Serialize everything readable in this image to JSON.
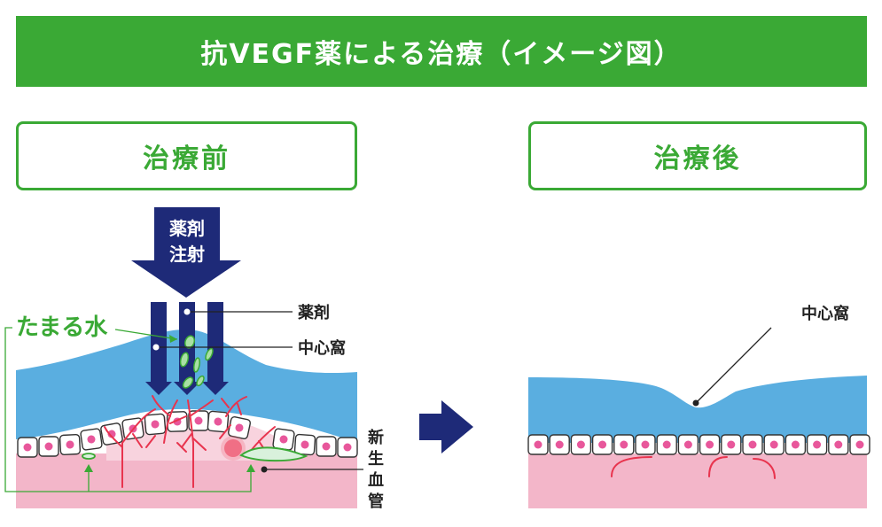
{
  "title": "抗VEGF薬による治療（イメージ図）",
  "before": {
    "heading": "治療前",
    "inject_label_1": "薬剤",
    "inject_label_2": "注射",
    "fluid_label": "たまる水",
    "drug_label": "薬剤",
    "fovea_label": "中心窩",
    "vessel_label_chars": [
      "新",
      "生",
      "血",
      "管"
    ]
  },
  "after": {
    "heading": "治療後",
    "fovea_label": "中心窩"
  },
  "colors": {
    "green": "#3aa935",
    "navy": "#1e2a78",
    "retina_blue": "#5aaee0",
    "tissue_pink": "#f3b6c9",
    "vessel_red": "#e8344e",
    "cell_dot": "#e8579b"
  }
}
